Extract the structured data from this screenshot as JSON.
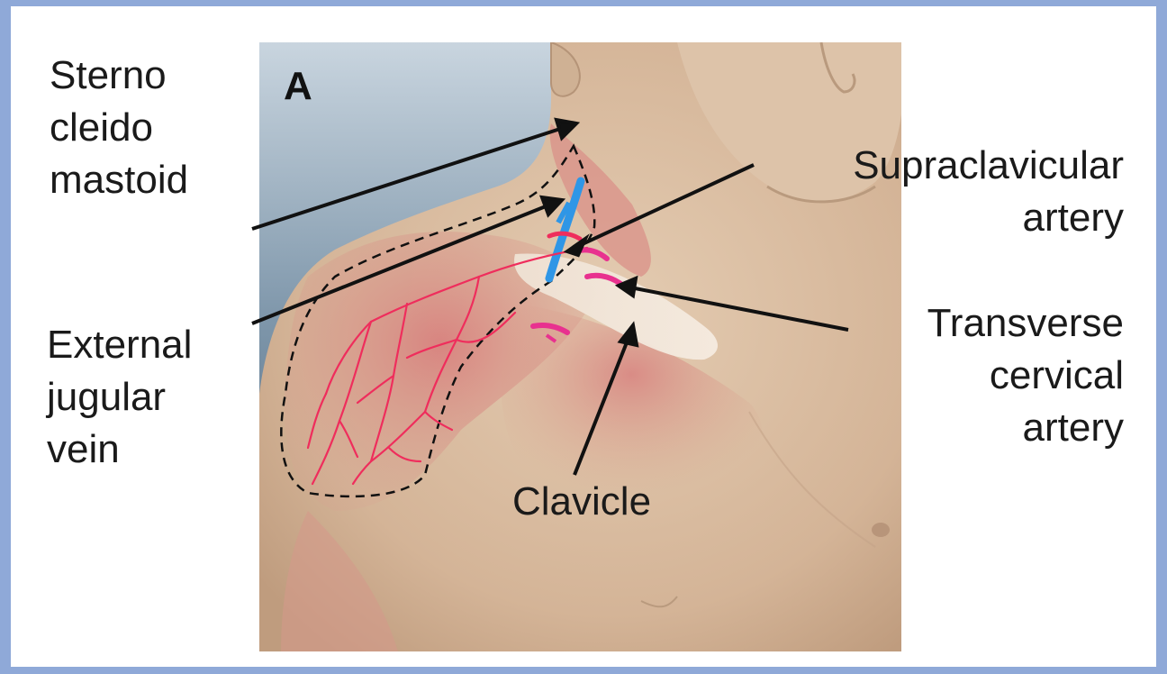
{
  "figure": {
    "panel_letter": "A",
    "labels": {
      "sternocleidomastoid": [
        "Sterno",
        "cleido",
        "mastoid"
      ],
      "external_jugular_vein": [
        "External",
        "jugular",
        "vein"
      ],
      "supraclavicular_artery": [
        "Supraclavicular",
        "artery"
      ],
      "transverse_cervical_artery": [
        "Transverse",
        "cervical",
        "artery"
      ],
      "clavicle": "Clavicle"
    }
  },
  "colors": {
    "frame": "#8fa9d8",
    "background": "#ffffff",
    "skin": "#d9bfa4",
    "muscle": "#d88888",
    "artery": "#ef2d5c",
    "vein": "#3ea0e6",
    "labels": "#1a1a1a"
  }
}
